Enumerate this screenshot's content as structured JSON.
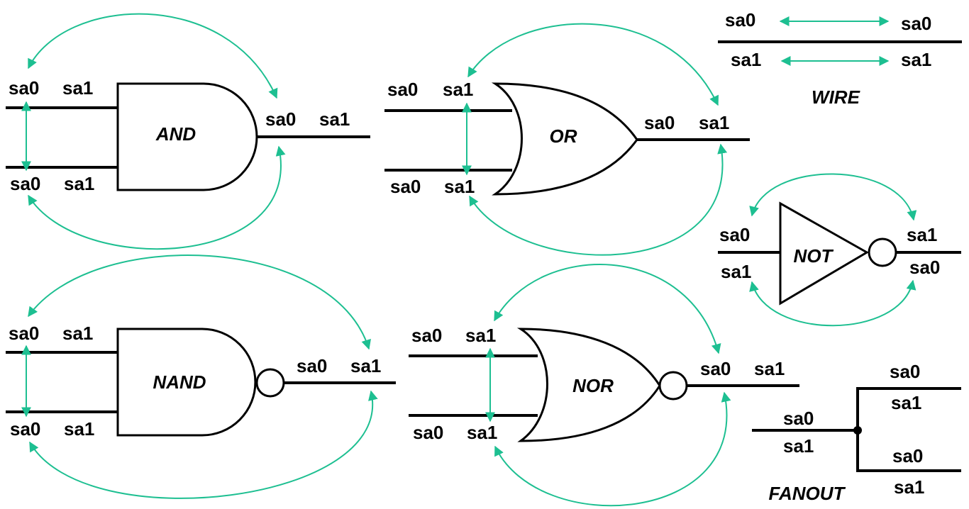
{
  "colors": {
    "equivalence_arrow": "#1dbf91",
    "line": "#000000",
    "background": "#ffffff"
  },
  "and_gate": {
    "name": "AND",
    "input_top": [
      "sa0",
      "sa1"
    ],
    "input_bottom": [
      "sa0",
      "sa1"
    ],
    "output": [
      "sa0",
      "sa1"
    ]
  },
  "or_gate": {
    "name": "OR",
    "input_top": [
      "sa0",
      "sa1"
    ],
    "input_bottom": [
      "sa0",
      "sa1"
    ],
    "output": [
      "sa0",
      "sa1"
    ]
  },
  "wire": {
    "name": "WIRE",
    "top": [
      "sa0",
      "sa0"
    ],
    "bottom": [
      "sa1",
      "sa1"
    ]
  },
  "not_gate": {
    "name": "NOT",
    "input_top": "sa0",
    "input_bottom": "sa1",
    "output_top": "sa1",
    "output_bottom": "sa0"
  },
  "nand_gate": {
    "name": "NAND",
    "input_top": [
      "sa0",
      "sa1"
    ],
    "input_bottom": [
      "sa0",
      "sa1"
    ],
    "output": [
      "sa0",
      "sa1"
    ]
  },
  "nor_gate": {
    "name": "NOR",
    "input_top": [
      "sa0",
      "sa1"
    ],
    "input_bottom": [
      "sa0",
      "sa1"
    ],
    "output": [
      "sa0",
      "sa1"
    ]
  },
  "fanout": {
    "name": "FANOUT",
    "stem": [
      "sa0",
      "sa1"
    ],
    "branch_top": [
      "sa0",
      "sa1"
    ],
    "branch_bottom": [
      "sa0",
      "sa1"
    ]
  }
}
